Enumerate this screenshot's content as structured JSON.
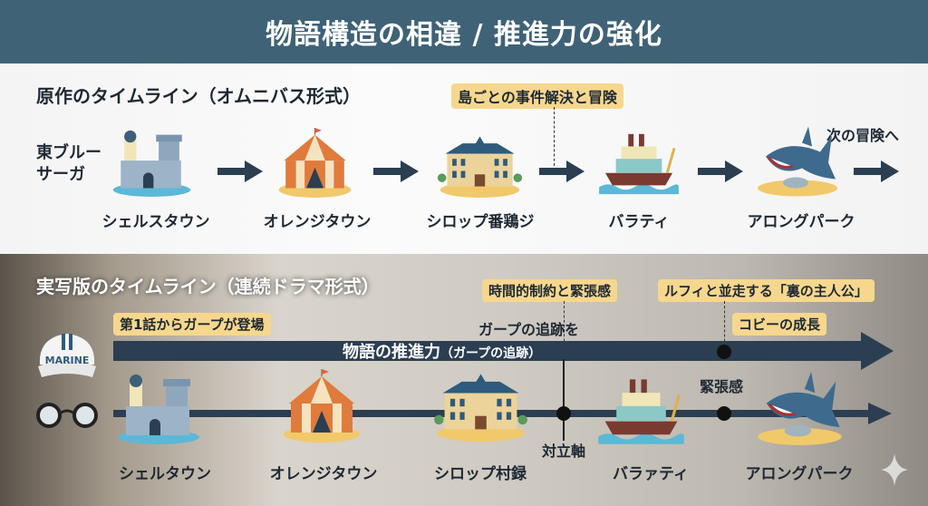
{
  "title": "物語構造の相違 / 推進力の強化",
  "original": {
    "heading": "原作のタイムライン（オムニバス形式）",
    "region_line1": "東ブルー",
    "region_line2": "サーガ",
    "callout": "島ごとの事件解決と冒険",
    "next_label": "次の冒険へ",
    "stops": [
      "シェルスタウン",
      "オレンジタウン",
      "シロップ番鶏ジ",
      "バラティ",
      "アロングパーク"
    ]
  },
  "live_action": {
    "heading": "実写版のタイムライン（連続ドラマ形式）",
    "callout_garp": "第1話からガープが登場",
    "callout_time": "時間的制約と緊張感",
    "callout_coby": "ルフィと並走する「裏の主人公」",
    "tag_coby_growth": "コビーの成長",
    "garp_chase_label": "ガープの追跡を",
    "main_arrow_label": "物語の推進力",
    "main_arrow_sub": "（ガープの追跡）",
    "tension_label": "緊張感",
    "conflict_label": "対立軸",
    "cap_text": "MARINE",
    "stops": [
      "シェルタウン",
      "オレンジタウン",
      "シロップ村録",
      "バラァティ",
      "アロングパーク"
    ]
  },
  "colors": {
    "title_bg": "#3f6277",
    "arrow": "#2b3e52",
    "tag": "#f6d78d"
  }
}
